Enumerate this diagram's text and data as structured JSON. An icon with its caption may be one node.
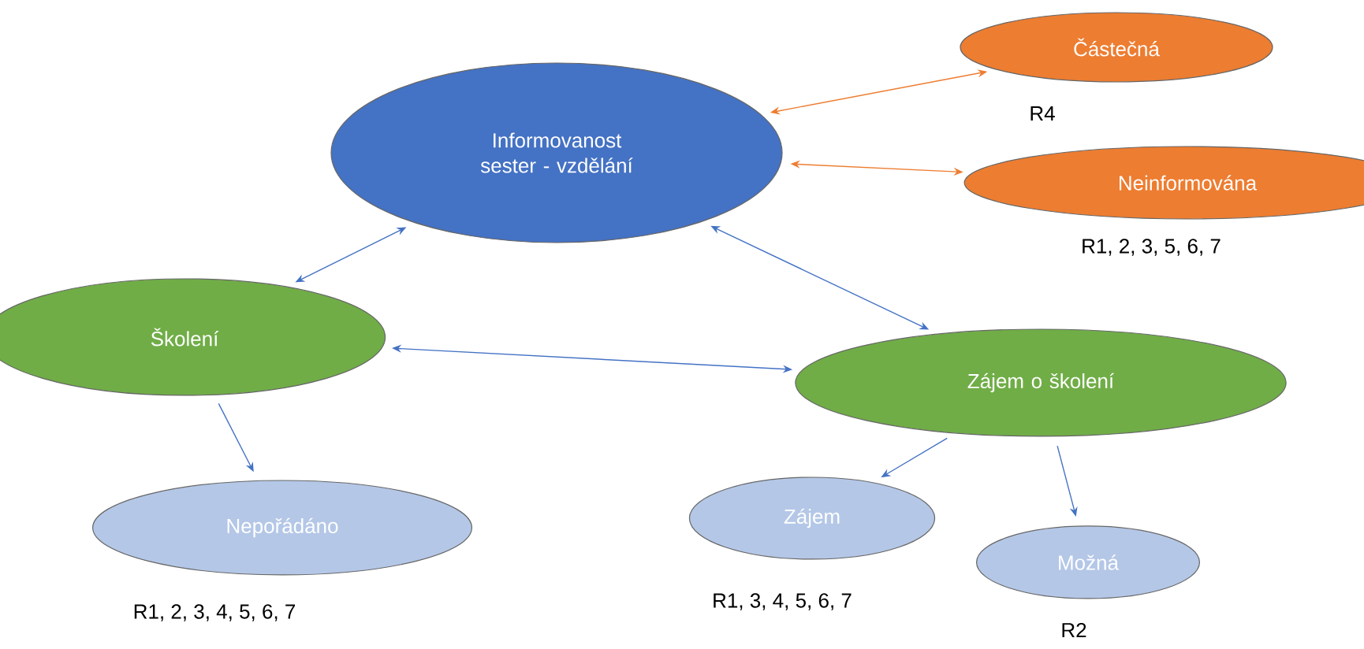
{
  "diagram": {
    "nodes": [
      {
        "text": [
          "Informovanost sester - vzdělání"
        ]
      },
      {
        "text": [
          "Částečná"
        ],
        "beside": [
          "R4"
        ]
      },
      {
        "text": [
          "Neinformována"
        ],
        "beside": [
          "R1, 2, 3, 5, 6, 7"
        ]
      },
      {
        "text": [
          "Školení"
        ]
      },
      {
        "text": [
          "Zájem o školení"
        ]
      },
      {
        "text": [
          "Nepořádáno"
        ],
        "beside": [
          "R1, 2, 3, 4, 5, 6, 7"
        ]
      },
      {
        "text": [
          "Zájem"
        ],
        "beside": [
          "R1, 3, 4, 5, 6, 7"
        ]
      },
      {
        "text": [
          "Možná"
        ],
        "beside": [
          "R2"
        ]
      }
    ],
    "edges": [
      {
        "from": 0,
        "to": 1,
        "arrow": "both",
        "color": "#ed7d31"
      },
      {
        "from": 0,
        "to": 2,
        "arrow": "both",
        "color": "#ed7d31"
      },
      {
        "from": 0,
        "to": 3,
        "arrow": "both"
      },
      {
        "from": 0,
        "to": 4,
        "arrow": "both"
      },
      {
        "from": 3,
        "to": 4,
        "arrow": "both"
      },
      {
        "from": 3,
        "to": 5,
        "arrow": "to"
      },
      {
        "from": 4,
        "to": 6,
        "arrow": "to"
      },
      {
        "from": 4,
        "to": 7,
        "arrow": "to"
      }
    ]
  }
}
